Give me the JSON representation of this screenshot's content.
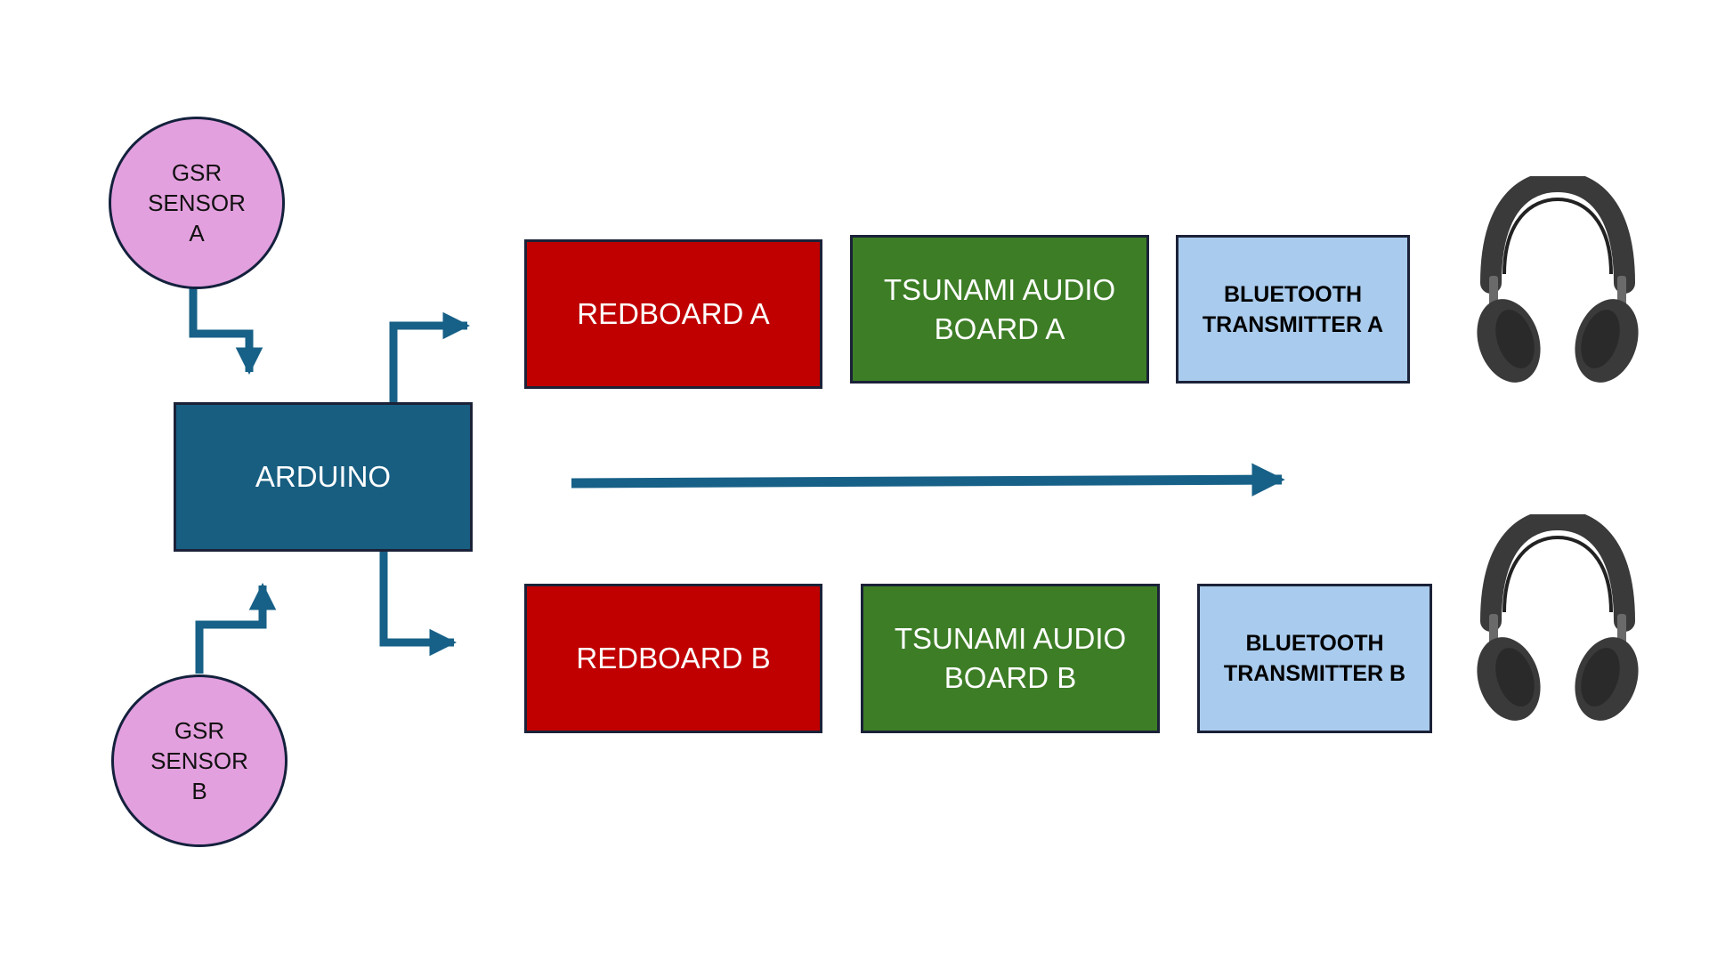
{
  "colors": {
    "arrow": "#176087",
    "sensor_fill": "#e3a0de",
    "arduino_fill": "#175e81",
    "redboard_fill": "#c00000",
    "tsunami_fill": "#3d7d26",
    "bluetooth_fill": "#a9cbed",
    "headphone_body": "#3a3a3a"
  },
  "sensor_a": {
    "lines": [
      "GSR",
      "SENSOR",
      "A"
    ]
  },
  "sensor_b": {
    "lines": [
      "GSR",
      "SENSOR",
      "B"
    ]
  },
  "arduino": {
    "label": "ARDUINO"
  },
  "channel_a": {
    "redboard": "REDBOARD A",
    "tsunami": [
      "TSUNAMI AUDIO",
      "BOARD A"
    ],
    "bluetooth": [
      "BLUETOOTH",
      "TRANSMITTER A"
    ],
    "output_icon": "headphones-icon"
  },
  "channel_b": {
    "redboard": "REDBOARD B",
    "tsunami": [
      "TSUNAMI AUDIO",
      "BOARD B"
    ],
    "bluetooth": [
      "BLUETOOTH",
      "TRANSMITTER B"
    ],
    "output_icon": "headphones-icon"
  }
}
